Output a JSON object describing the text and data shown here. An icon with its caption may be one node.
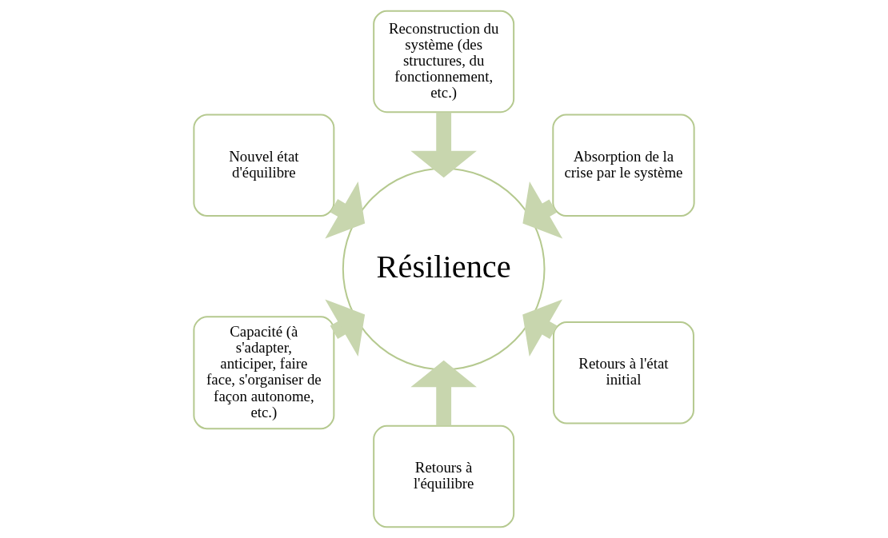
{
  "diagram": {
    "nodes": [
      {
        "text": [
          "Absorption de la crise par le système"
        ]
      },
      {
        "text": [
          "Reconstruction du système (des structures, du fonctionnement, etc.)"
        ]
      },
      {
        "text": [
          "Nouvel état d'équilibre"
        ]
      },
      {
        "text": [
          "Capacité (à s'adapter, anticiper, faire face, s'organiser de façon autonome, etc.)"
        ]
      },
      {
        "text": [
          "Retours à l'équilibre"
        ]
      },
      {
        "text": [
          "Retours à l'état initial"
        ]
      },
      {
        "text": [
          "Résilience"
        ]
      }
    ],
    "edges": [
      {
        "from": 0,
        "to": 6,
        "arrow": "to"
      },
      {
        "from": 1,
        "to": 6,
        "arrow": "to"
      },
      {
        "from": 2,
        "to": 6,
        "arrow": "to"
      },
      {
        "from": 3,
        "to": 6,
        "arrow": "to"
      },
      {
        "from": 4,
        "to": 6,
        "arrow": "to"
      },
      {
        "from": 5,
        "to": 6,
        "arrow": "to"
      }
    ]
  }
}
